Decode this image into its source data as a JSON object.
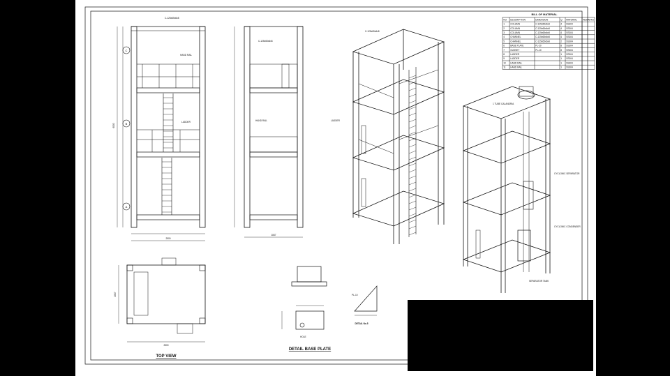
{
  "sheet": {
    "background": "#ffffff",
    "line_color": "#111111"
  },
  "bom": {
    "title": "BILL OF MATERIAL",
    "headers": [
      "NO",
      "DESCRIPTION",
      "DIMENSION",
      "Q",
      "MATERIAL",
      "REMARKS"
    ],
    "rows": [
      [
        "1",
        "COLUMN",
        "C-125x65x6x8",
        "4",
        "SS304",
        ""
      ],
      [
        "2",
        "COLUMN",
        "C-125x65x6x8",
        "4",
        "SS304",
        ""
      ],
      [
        "3",
        "COLUMN",
        "C-125x65x6x8",
        "4",
        "SS304",
        ""
      ],
      [
        "4",
        "CHANNEL",
        "C-125x65x6x8",
        "4",
        "SS304",
        ""
      ],
      [
        "5",
        "CHANNEL",
        "C-125x65x6x8",
        "2",
        "SS304",
        ""
      ],
      [
        "6",
        "BASE PLATE",
        "PL-20",
        "8",
        "SS304",
        ""
      ],
      [
        "7",
        "GUSSET",
        "PL-10",
        "8",
        "SS304",
        ""
      ],
      [
        "8",
        "LADDER",
        "",
        "1",
        "SS304",
        ""
      ],
      [
        "9",
        "LADDER",
        "",
        "1",
        "SS304",
        ""
      ],
      [
        "10",
        "HAND RAIL",
        "",
        "1",
        "SS304",
        ""
      ],
      [
        "11",
        "HAND RAIL",
        "",
        "1",
        "SS304",
        ""
      ]
    ]
  },
  "front_view": {
    "level_a": "A",
    "level_b": "B",
    "level_c": "C",
    "callout_top": "C-125x65x6x8",
    "callout_hand_rail": "HAND RAIL",
    "callout_ladder": "LADDER",
    "dim_total_width": "2500",
    "dim_total_height": "6000"
  },
  "side_view": {
    "callout_top": "C-125x65x6x8",
    "callout_hand_rail": "HAND RAIL",
    "dim_total_width": "1847"
  },
  "iso_left": {
    "callout_column": "C-125x65x6x8",
    "callout_ladder": "LADDER"
  },
  "iso_right": {
    "label_calandria": "1 TUBE CALANDRIA",
    "label_separator": "CYCLONIC SEPARATOR",
    "label_condenser": "CYCLONIC CONDENSER",
    "label_tank": "SEPARATOR TANK"
  },
  "top_view": {
    "title": "TOP VIEW",
    "dim_width": "2500",
    "dim_depth": "1847"
  },
  "detail_base": {
    "title": "DETAIL BASE PLATE",
    "hole_note": "HOLE"
  },
  "detail_5": {
    "title": "DETAIL No.5",
    "plate_note": "PL-10"
  }
}
